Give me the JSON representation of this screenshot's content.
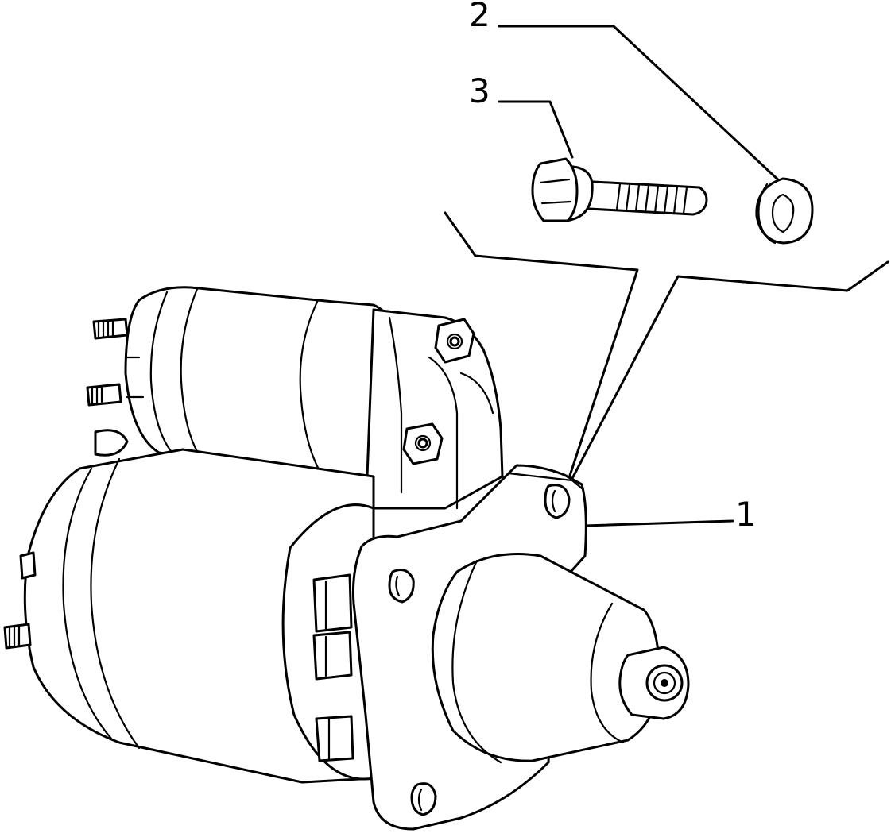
{
  "diagram": {
    "labels": {
      "part_1": "1",
      "part_2": "2",
      "part_3": "3"
    },
    "colors": {
      "line": "#000000",
      "background": "#ffffff"
    }
  }
}
